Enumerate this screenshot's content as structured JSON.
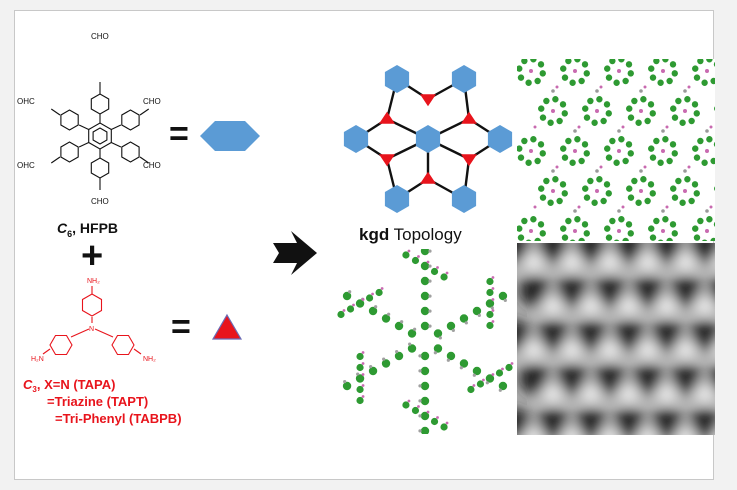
{
  "colors": {
    "hexagon": "#5b9bd5",
    "triangle": "#e8141c",
    "red_text": "#e8141c",
    "black": "#111111",
    "bond_green": "#2e9a32",
    "frame_border": "#c8c8c8"
  },
  "molecule_c6": {
    "groups": [
      "CHO",
      "OHC",
      "CHO",
      "OHC",
      "CHO",
      "CHO"
    ],
    "label_letter": "C",
    "label_sub": "6",
    "label_rest": ", HFPB"
  },
  "plus_sign": "+",
  "molecule_c3": {
    "amines": [
      "NH₂",
      "H₂N",
      "NH₂"
    ],
    "center_atom": "N",
    "label_letter": "C",
    "label_sub": "3",
    "line1_rest": ", X=N (TAPA)",
    "line2": "=Triazine (TAPT)",
    "line3": "=Tri-Phenyl (TABPB)"
  },
  "equals_sign": "=",
  "topology": {
    "bold": "kgd",
    "rest": " Topology"
  },
  "icons": {
    "arrow": "right-arrow-icon",
    "hexagon": "hexagon-icon",
    "triangle": "triangle-icon"
  }
}
